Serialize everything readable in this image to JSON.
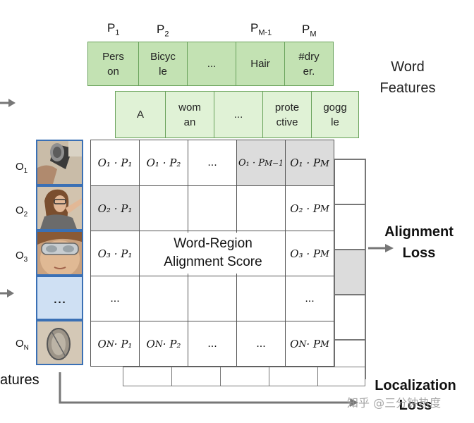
{
  "phrase_labels": [
    {
      "main": "P",
      "sub": "1"
    },
    {
      "main": "P",
      "sub": "2"
    },
    {
      "main": "P",
      "sub": "M-1"
    },
    {
      "main": "P",
      "sub": "M"
    }
  ],
  "phrase_boxes": [
    "Pers\non",
    "Bicyc\nle",
    "...",
    "Hair",
    "#dry\ner."
  ],
  "word_boxes": [
    "A",
    "wom\nan",
    "...",
    "prote\nctive",
    "gogg\nle"
  ],
  "word_features_label": "Word\nFeatures",
  "object_labels": [
    {
      "main": "O",
      "sub": "1"
    },
    {
      "main": "O",
      "sub": "2"
    },
    {
      "main": "O",
      "sub": "3"
    },
    {
      "main": "O",
      "sub": "N"
    }
  ],
  "region_dots": "...",
  "features_label_partial": "atures",
  "matrix": [
    [
      "O₁ · P₁",
      "O₁ · P₂",
      "...",
      "O₁ · P_{M−1}",
      "O₁ · P_M"
    ],
    [
      "O₂ · P₁",
      "",
      "",
      "",
      "O₂ · P_M"
    ],
    [
      "O₃ · P₁",
      "",
      "",
      "",
      "O₃ · P_M"
    ],
    [
      "...",
      "",
      "",
      "",
      "..."
    ],
    [
      "O_N · P₁",
      "O_N · P₂",
      "...",
      "...",
      "O_N · P_M"
    ]
  ],
  "center_label": "Word-Region\nAlignment Score",
  "alignment_loss": "Alignment\nLoss",
  "localization_loss": "Localization\nLoss",
  "watermark": "知乎 @三分钟热度"
}
